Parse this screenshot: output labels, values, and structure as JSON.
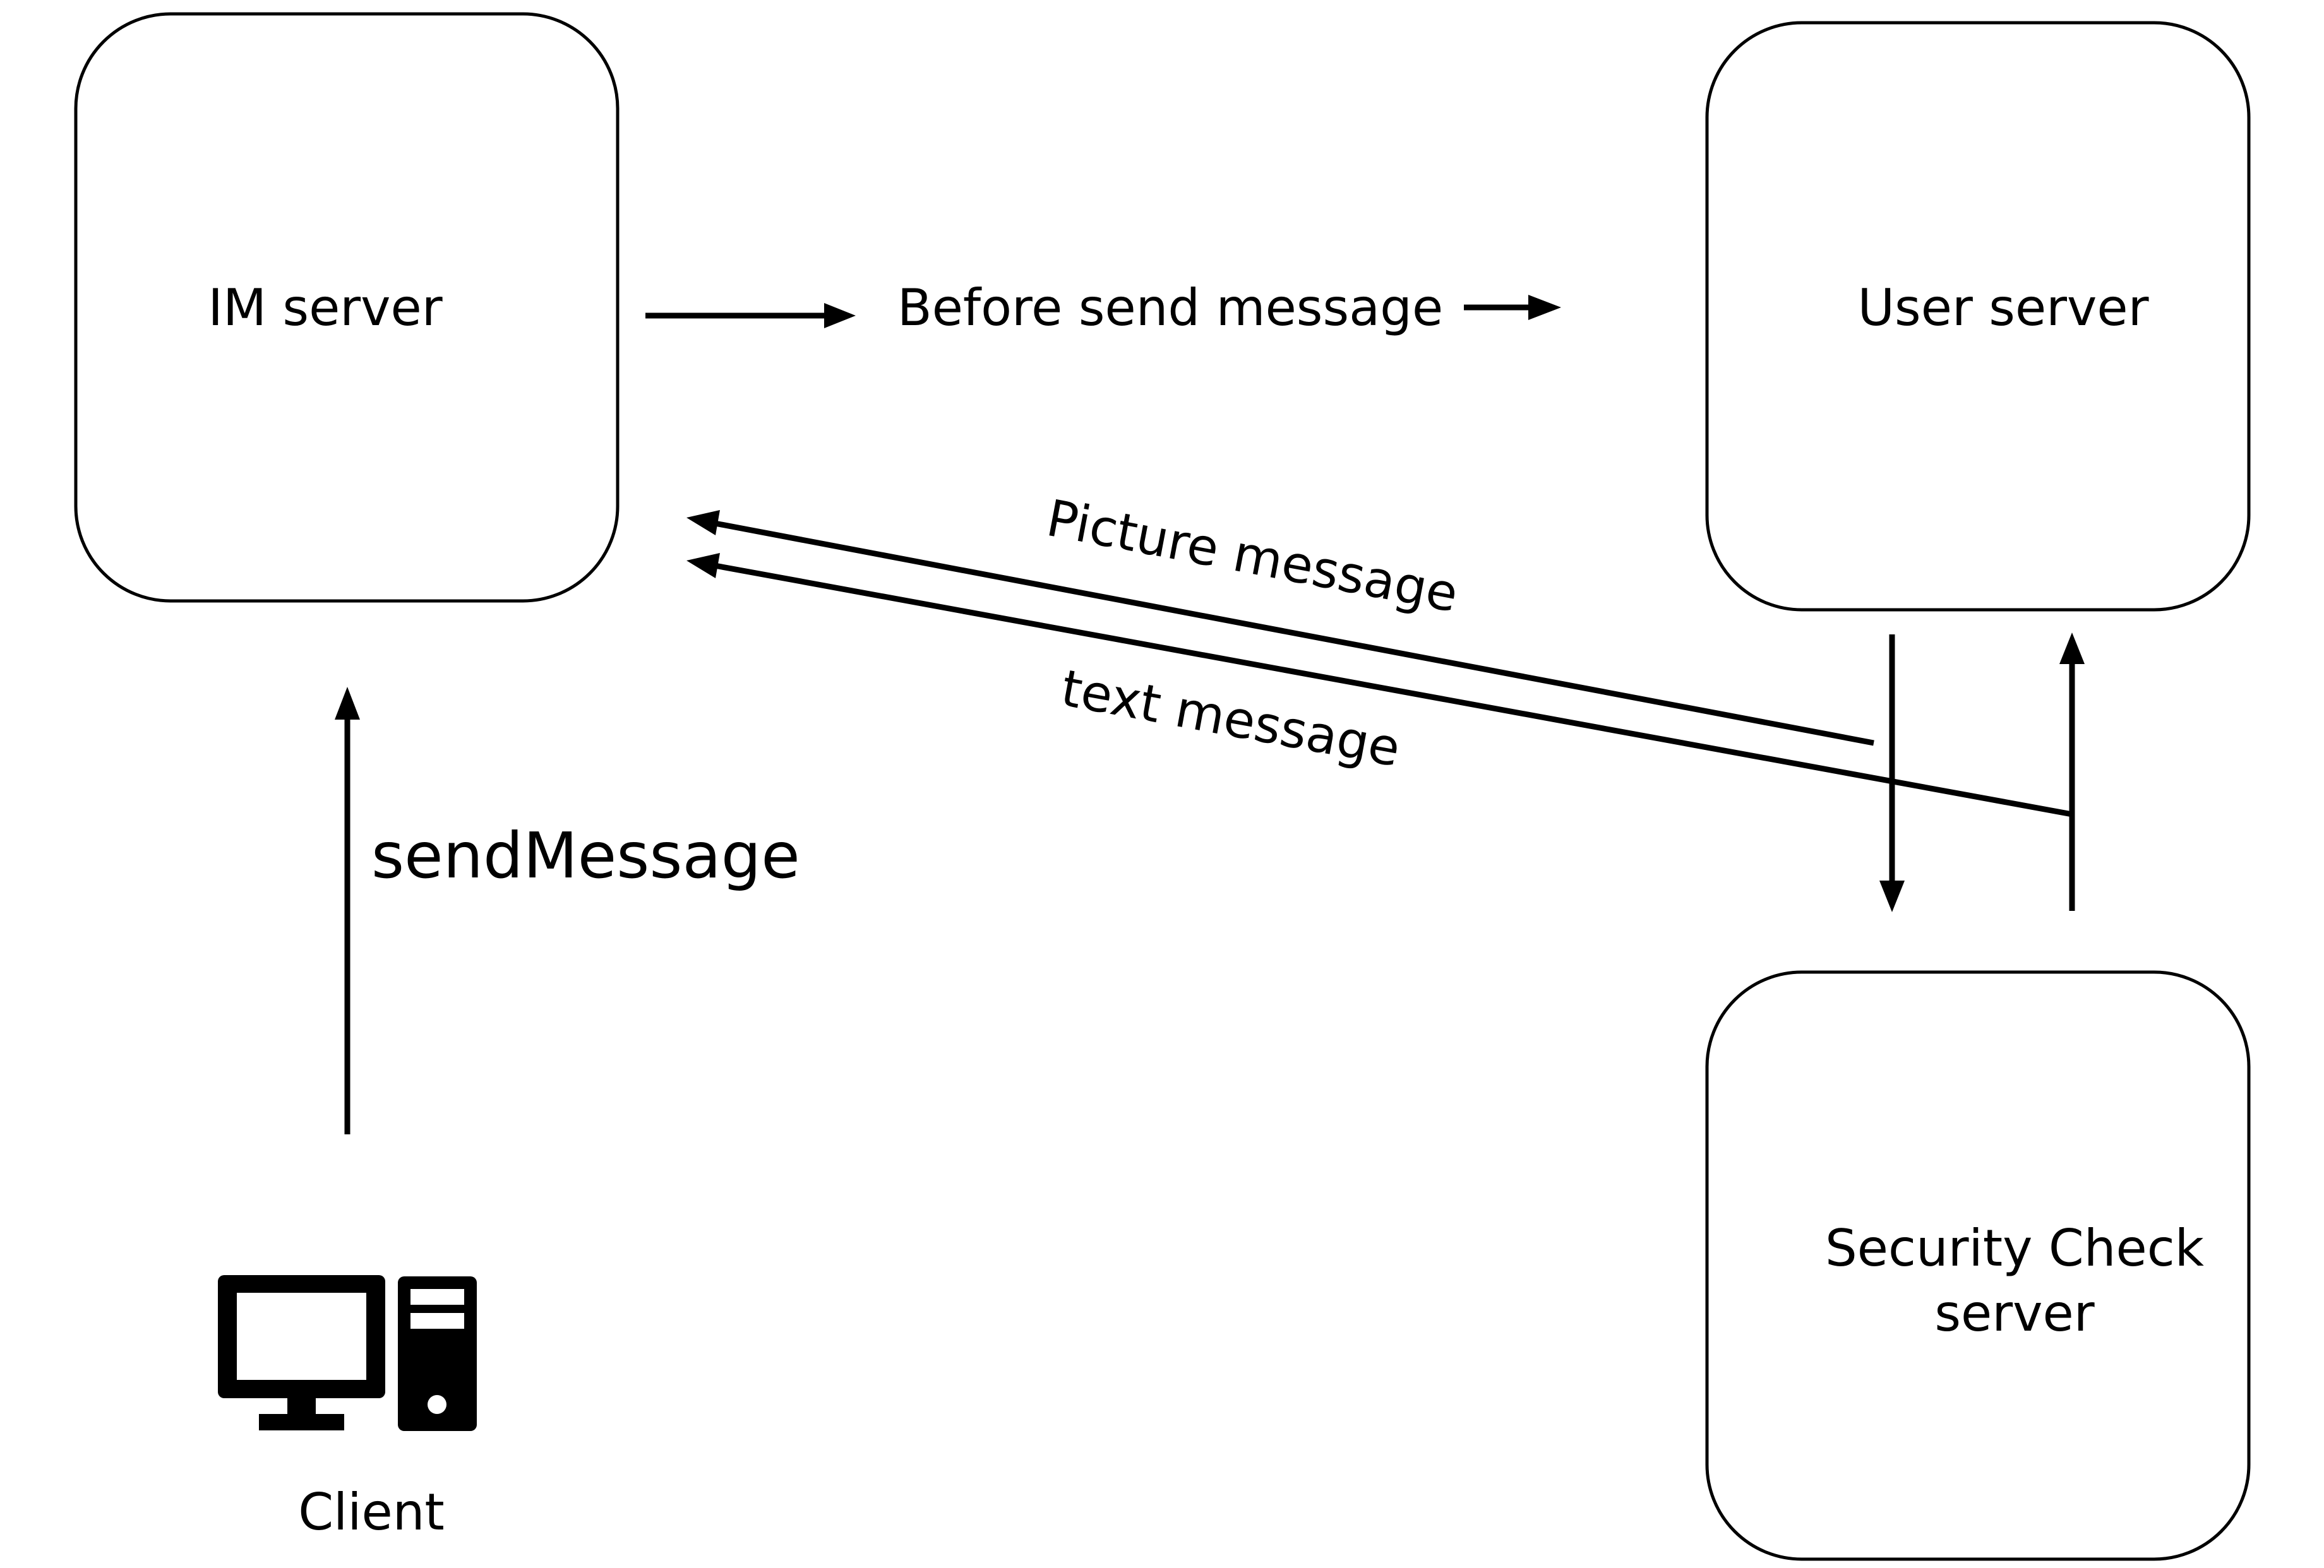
{
  "nodes": {
    "im_server": {
      "label": "IM server"
    },
    "user_server": {
      "label": "User server"
    },
    "security_server": {
      "label_line1": "Security Check",
      "label_line2": "server"
    },
    "client": {
      "label": "Client",
      "icon": "desktop-computer-icon"
    }
  },
  "edges": {
    "before_send": {
      "label": "Before send message"
    },
    "picture_message": {
      "label": "Picture message"
    },
    "text_message": {
      "label": "text message"
    },
    "send_message": {
      "label": "sendMessage"
    }
  }
}
